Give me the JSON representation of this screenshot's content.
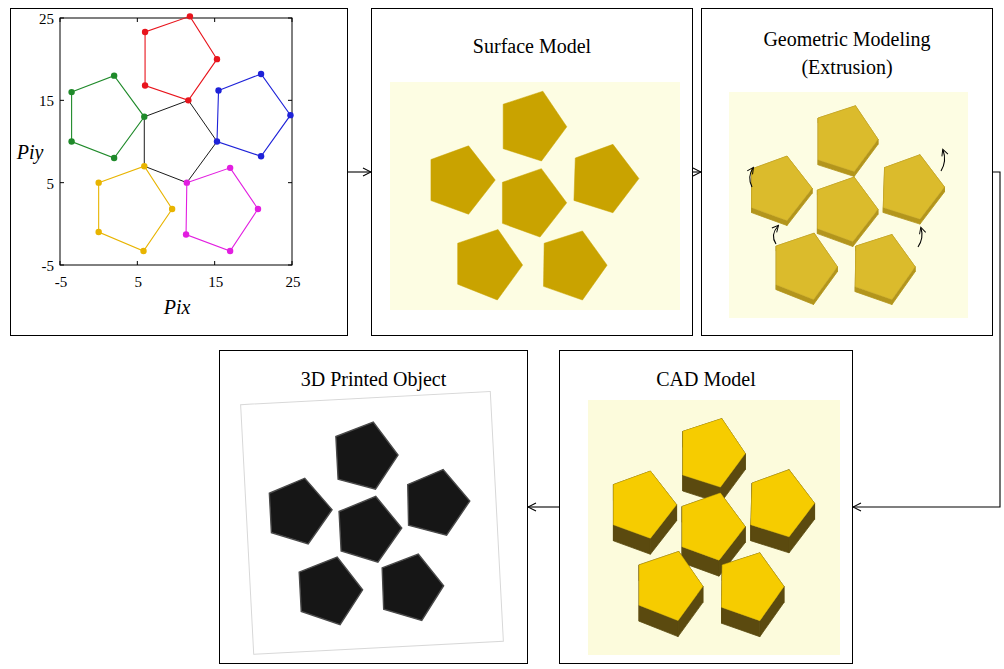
{
  "diagram": {
    "nodes": [
      {
        "text": [
          "25",
          "15",
          "5",
          "-5",
          "-5",
          "5",
          "15",
          "25",
          "Piy",
          "Pix"
        ]
      },
      {
        "text": [
          "Surface Model"
        ]
      },
      {
        "text": [
          "Geometric Modeling (Extrusion)"
        ]
      },
      {
        "text": [
          "3D Printed Object"
        ]
      },
      {
        "text": [
          "CAD Model"
        ]
      }
    ],
    "edges": [
      {
        "from": 0,
        "to": 1,
        "arrow": "to"
      },
      {
        "from": 1,
        "to": 2,
        "arrow": "to"
      },
      {
        "from": 2,
        "to": 4,
        "arrow": "to"
      },
      {
        "from": 4,
        "to": 3,
        "arrow": "to"
      }
    ]
  }
}
